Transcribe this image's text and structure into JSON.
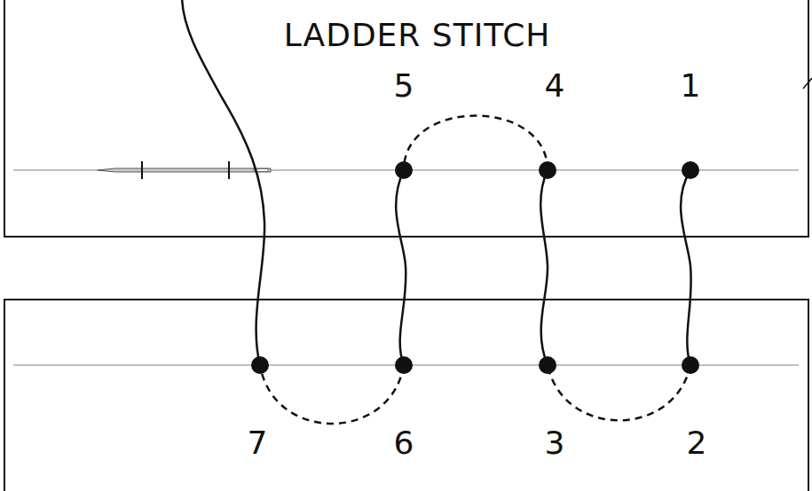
{
  "diagram": {
    "title": "LADDER STITCH",
    "labels": [
      "5",
      "4",
      "1",
      "7",
      "6",
      "3",
      "2"
    ]
  }
}
